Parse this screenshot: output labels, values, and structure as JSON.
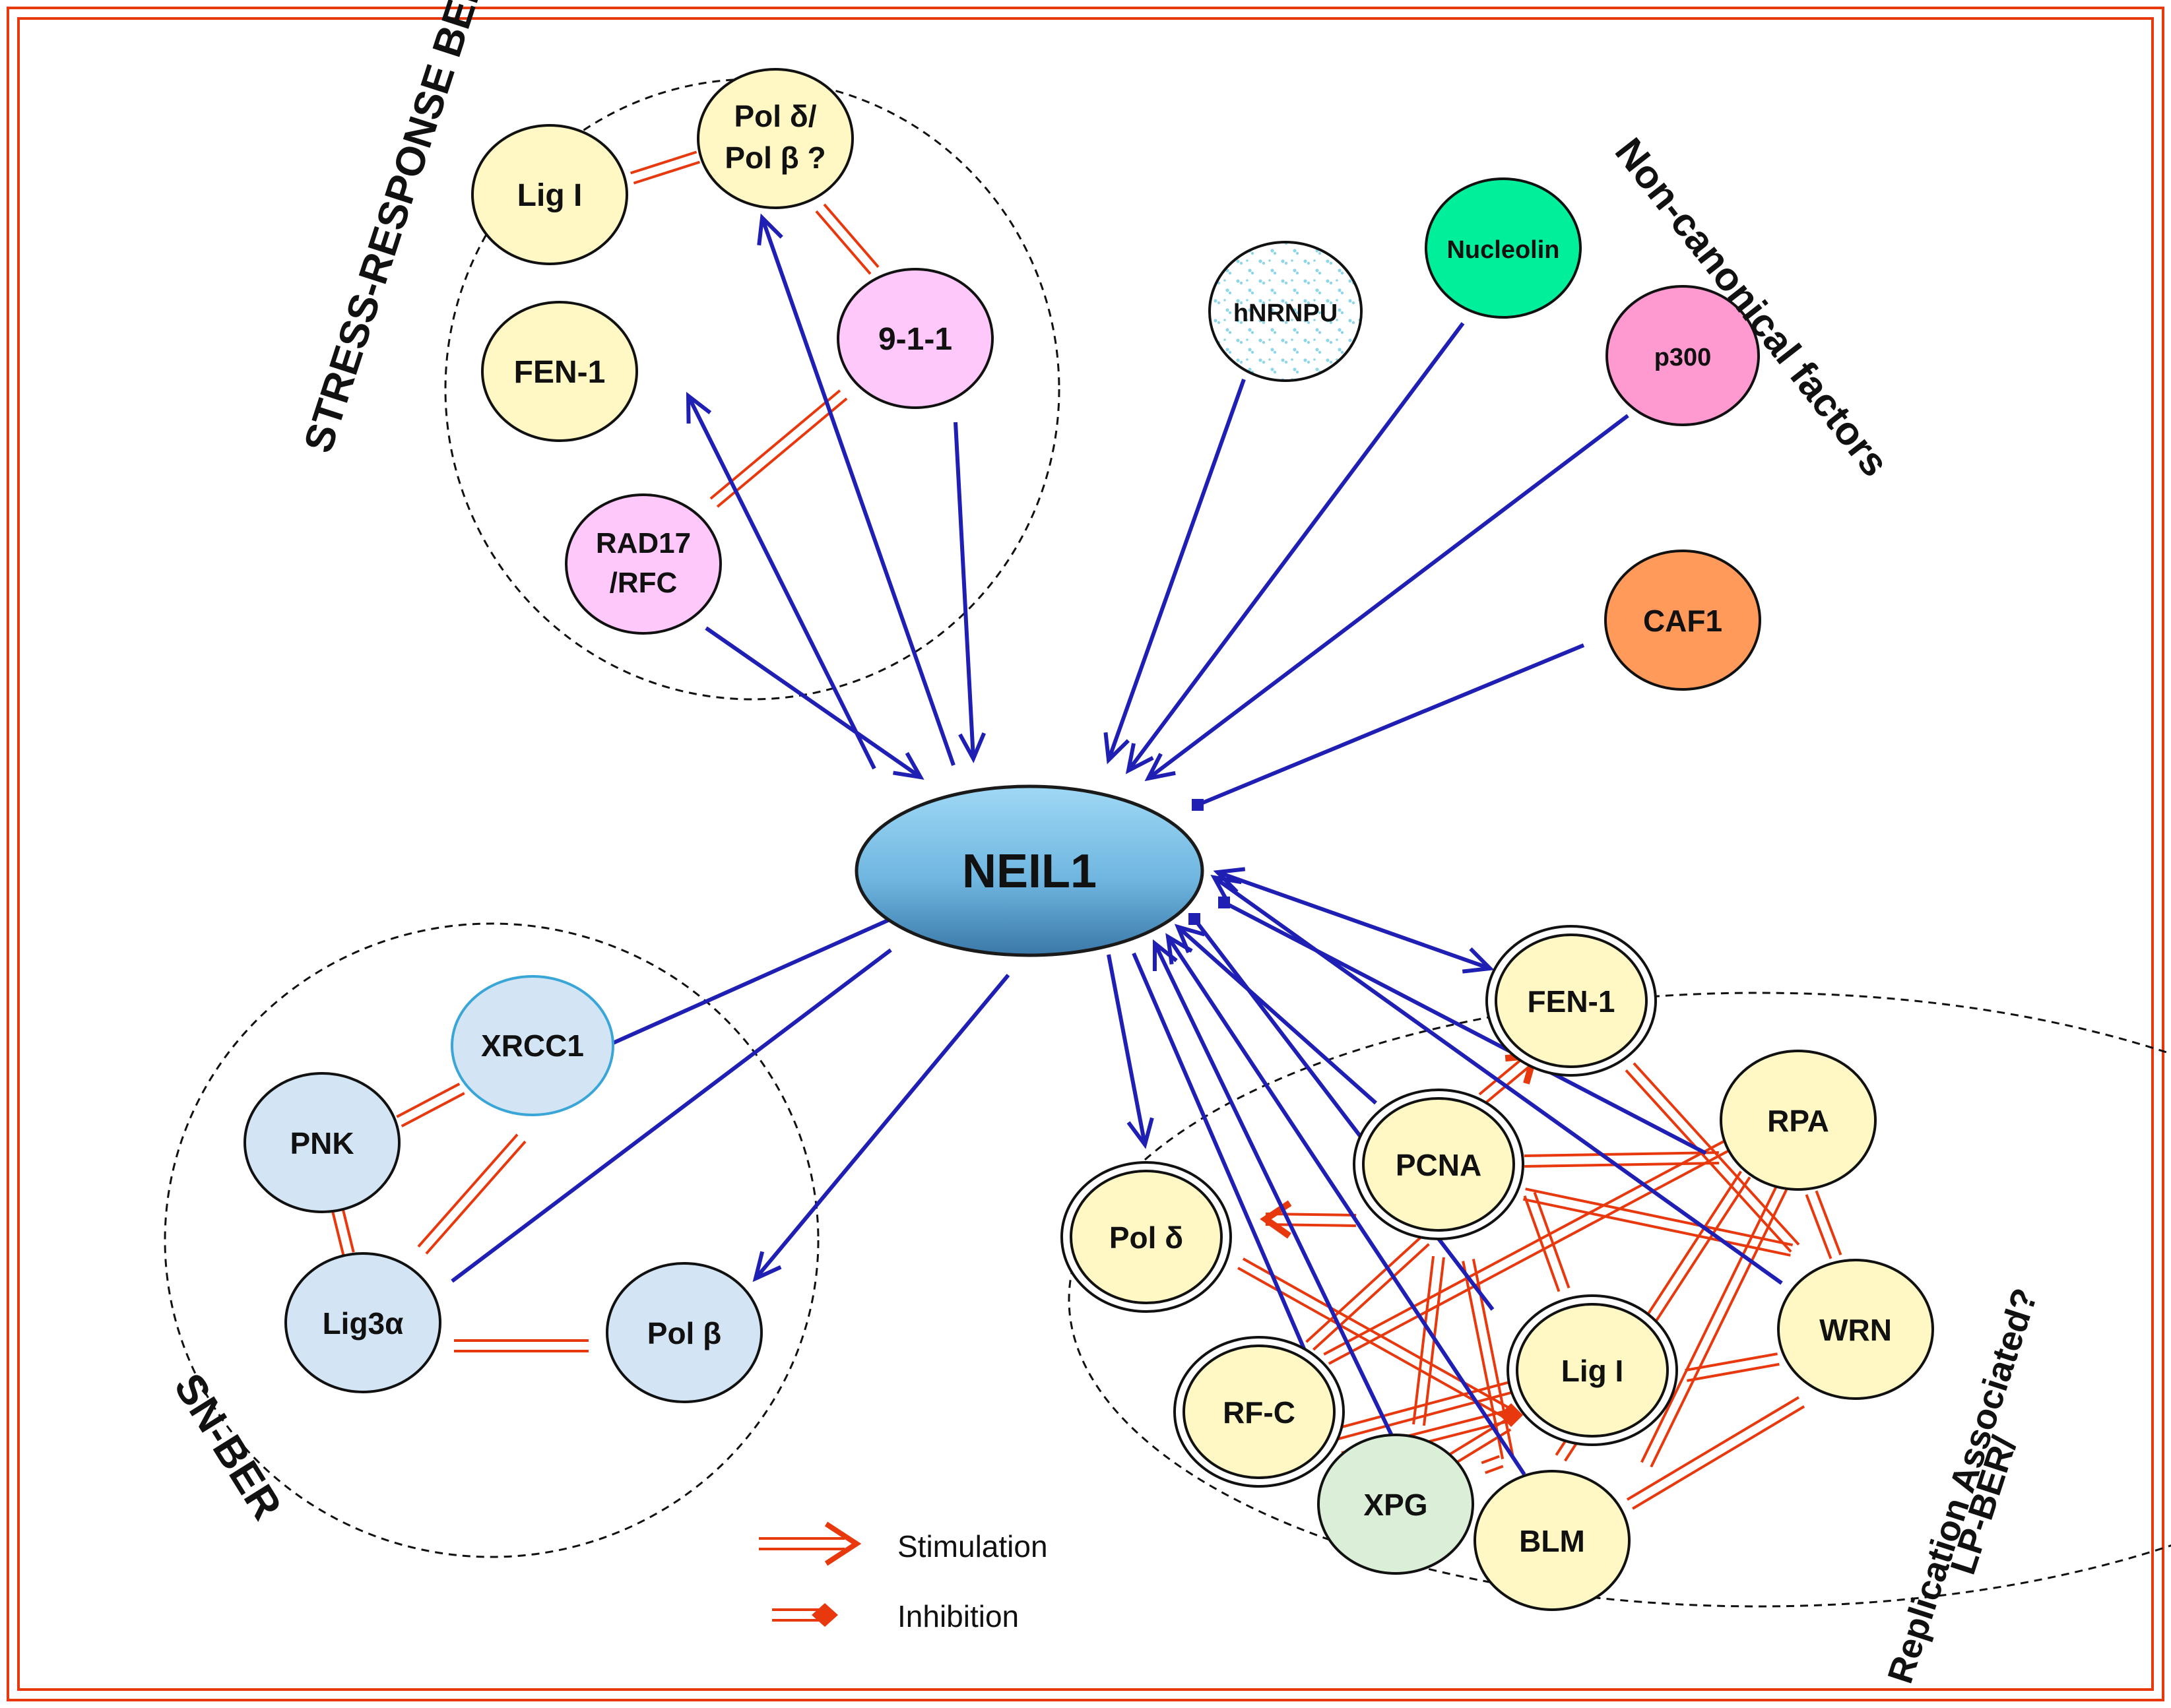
{
  "neil1": {
    "label": "NEIL1",
    "fill_top": "#9fd8f5",
    "fill_bottom": "#3a78a8",
    "stroke": "#1a1a1a"
  },
  "groups": {
    "stress": "STRESS-RESPONSE BER",
    "noncanonical": "Non-canonical factors",
    "snber": "SN-BER",
    "lpber_line1": "LP-BER/",
    "lpber_line2": "Replication Associated?"
  },
  "legend": {
    "stimulation": "Stimulation",
    "inhibition": "Inhibition"
  },
  "colors": {
    "interaction": "#1f1fb4",
    "crosstalk": "#e8380d",
    "frame": "#e8380d",
    "yellow": "#fff8c4",
    "pink": "#ffc8fa",
    "blue": "#d3e5f4",
    "green": "#00ef9a",
    "magenta": "#ff9ad0",
    "orange": "#ff9a5a",
    "xpg": "#dbeed8"
  },
  "nodes": {
    "s_lig1": {
      "label": "Lig I"
    },
    "s_pold_line1": {
      "label": "Pol δ/"
    },
    "s_pold_line2": {
      "label": "Pol β ?"
    },
    "s_911": {
      "label": "9-1-1"
    },
    "s_fen1": {
      "label": "FEN-1"
    },
    "s_rad17_line1": {
      "label": "RAD17"
    },
    "s_rad17_line2": {
      "label": "/RFC"
    },
    "hnrnpu": {
      "label": "hNRNPU"
    },
    "nucleolin": {
      "label": "Nucleolin"
    },
    "p300": {
      "label": "p300"
    },
    "caf1": {
      "label": "CAF1"
    },
    "xrcc1": {
      "label": "XRCC1"
    },
    "pnk": {
      "label": "PNK"
    },
    "lig3a": {
      "label": "Lig3α"
    },
    "polb": {
      "label": "Pol β"
    },
    "l_fen1": {
      "label": "FEN-1"
    },
    "rpa": {
      "label": "RPA"
    },
    "pcna": {
      "label": "PCNA"
    },
    "l_pold": {
      "label": "Pol δ"
    },
    "wrn": {
      "label": "WRN"
    },
    "l_lig1": {
      "label": "Lig I"
    },
    "rfc": {
      "label": "RF-C"
    },
    "xpg": {
      "label": "XPG"
    },
    "blm": {
      "label": "BLM"
    }
  }
}
